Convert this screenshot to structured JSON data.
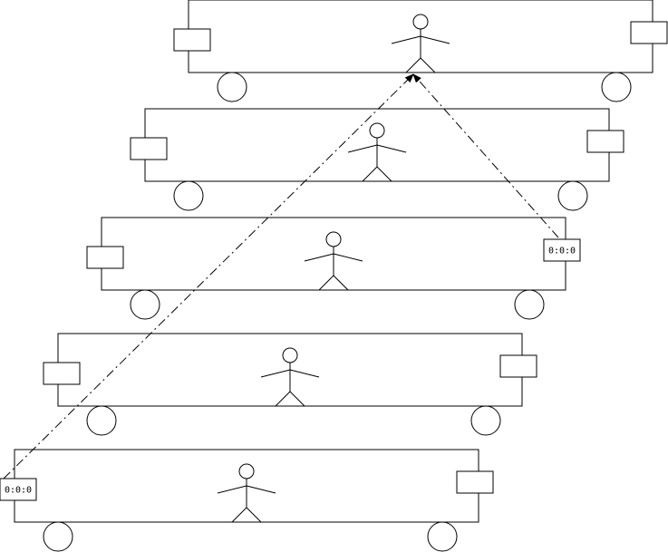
{
  "colors": {
    "stroke": "#000000",
    "background": "#ffffff"
  },
  "carriages": [
    {
      "id": "carriage-1",
      "left_counter": null,
      "right_counter": null
    },
    {
      "id": "carriage-2",
      "left_counter": null,
      "right_counter": null
    },
    {
      "id": "carriage-3",
      "left_counter": null,
      "right_counter": "0:0:0"
    },
    {
      "id": "carriage-4",
      "left_counter": null,
      "right_counter": null
    },
    {
      "id": "carriage-5",
      "left_counter": "0:0:0",
      "right_counter": null
    }
  ],
  "links": [
    {
      "from": "carriage-5-left-counter",
      "to": "carriage-1-figure",
      "style": "dash-dot",
      "arrow": "end"
    },
    {
      "from": "carriage-3-right-counter",
      "to": "carriage-1-figure",
      "style": "dash-dot",
      "arrow": "end"
    }
  ]
}
